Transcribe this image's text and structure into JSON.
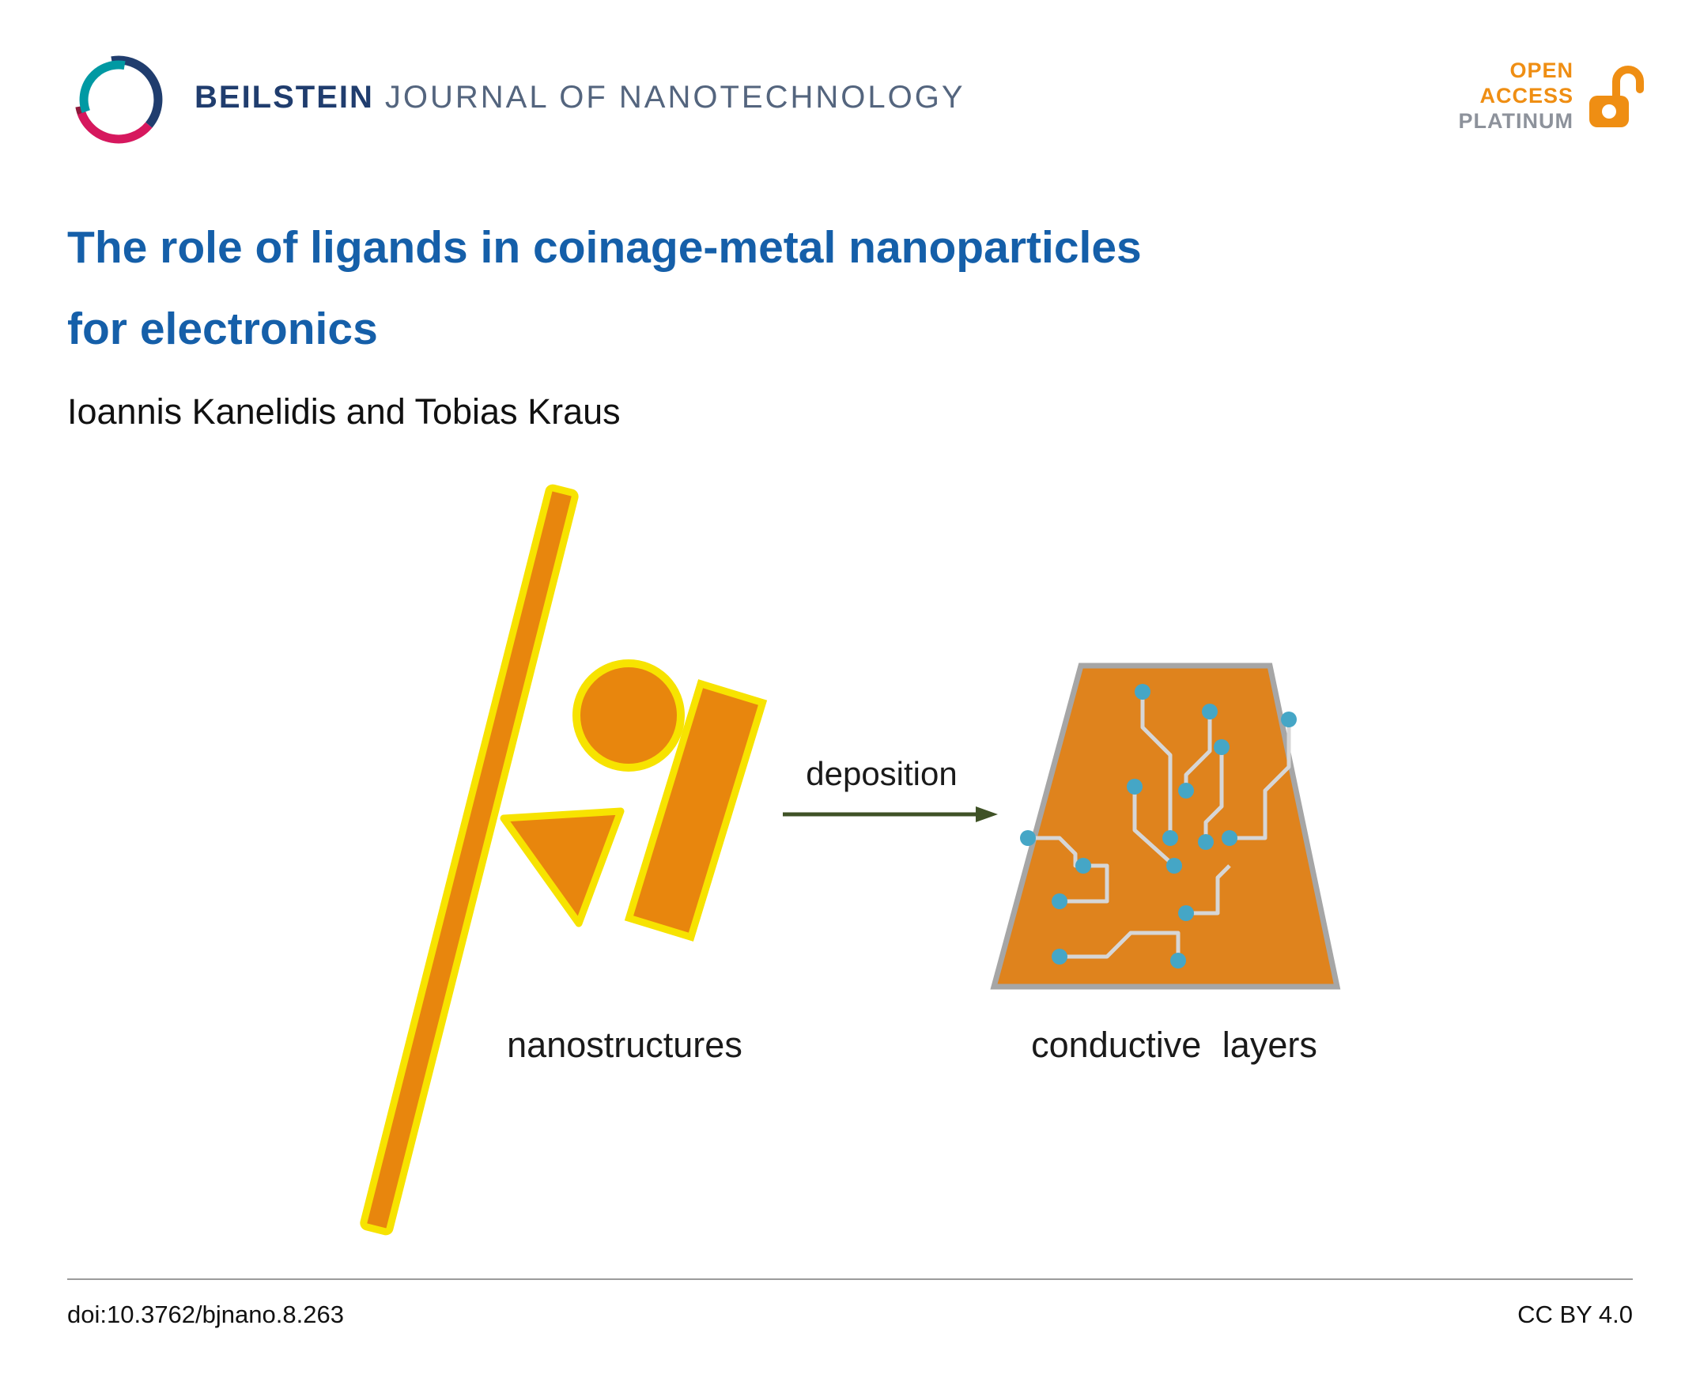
{
  "header": {
    "journal_name_bold": "BEILSTEIN",
    "journal_name_rest": "JOURNAL OF NANOTECHNOLOGY",
    "open_access": {
      "line1": "OPEN",
      "line2": "ACCESS",
      "line3": "PLATINUM"
    }
  },
  "article": {
    "title_line1": "The role of ligands in coinage-metal nanoparticles",
    "title_line2": "for electronics",
    "authors": "Ioannis Kanelidis and Tobias Kraus"
  },
  "figure": {
    "left_label": "nanostructures",
    "arrow_label": "deposition",
    "right_label": "conductive layers"
  },
  "footer": {
    "doi": "doi:10.3762/bjnano.8.263",
    "license": "CC BY 4.0"
  },
  "colors": {
    "title_blue": "#155fa9",
    "journal_navy": "#203d6e",
    "journal_grayblue": "#54657e",
    "accent_orange": "#e8860d",
    "outline_yellow": "#f7e300",
    "open_access_orange": "#ef8e13",
    "platinum_gray": "#8d929b",
    "arrow_green": "#3f5226",
    "circuit_dot_teal": "#45a6c6",
    "circuit_trace_gray": "#d6d6d6",
    "substrate_border_gray": "#a6a6a6"
  }
}
